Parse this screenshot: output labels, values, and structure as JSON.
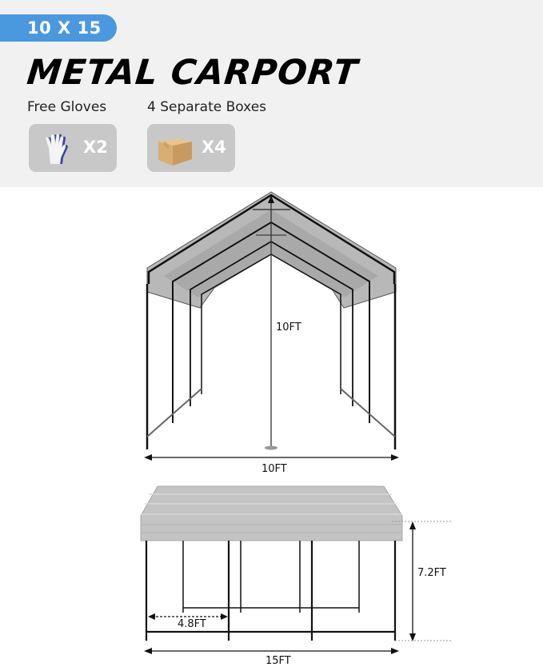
{
  "header": {
    "size_badge": "10 X 15",
    "title": "METAL CARPORT"
  },
  "features": [
    {
      "label": "Free Gloves",
      "icon": "gloves-icon",
      "count": "X2"
    },
    {
      "label": "4 Separate Boxes",
      "icon": "cardboard-box-icon",
      "count": "X4"
    }
  ],
  "dimensions": {
    "front_height": "10FT",
    "front_width": "10FT",
    "side_height": "7.2FT",
    "side_spacing": "4.8FT",
    "side_length": "15FT"
  },
  "colors": {
    "badge_blue": "#4a98e0",
    "panel_bg": "#f1f1f1",
    "pill_gray": "#c8c8c8",
    "roof_gray": "#b8b8b8"
  }
}
